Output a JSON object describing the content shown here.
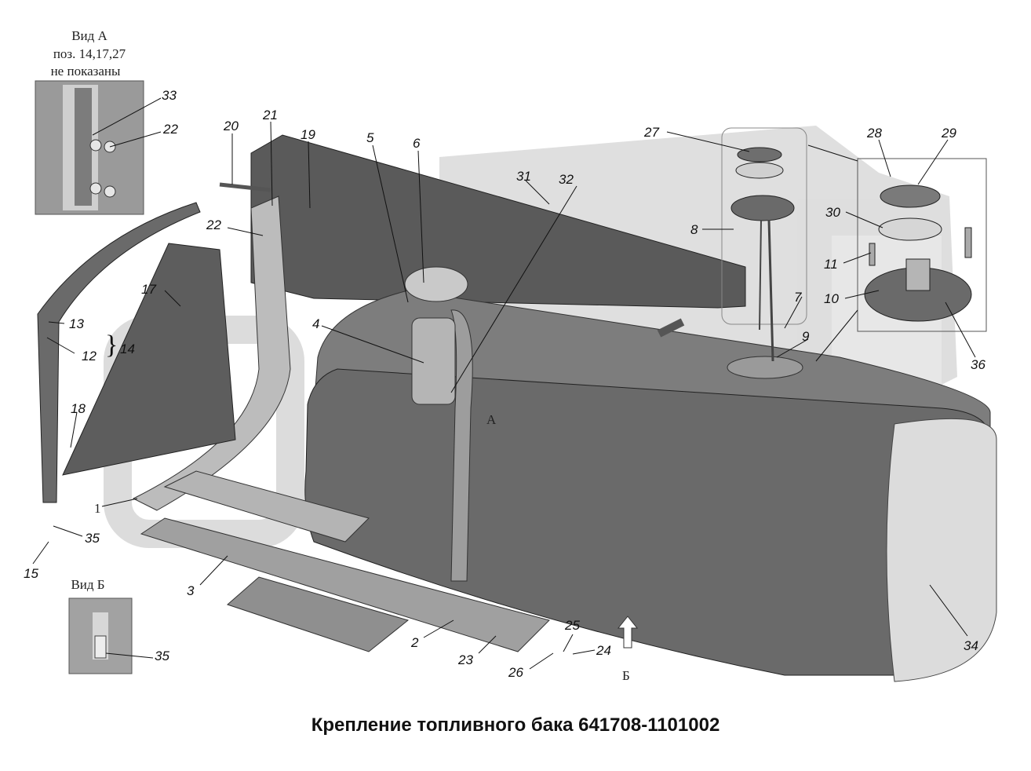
{
  "title": "Крепление топливного бака 641708-1101002",
  "view_a": {
    "line1": "Вид А",
    "line2": "поз. 14,17,27",
    "line3": "не показаны"
  },
  "view_b": {
    "label": "Вид Б"
  },
  "arrow_a_letter": "А",
  "arrow_b_letter": "Б",
  "callouts": [
    "1",
    "2",
    "3",
    "4",
    "5",
    "6",
    "7",
    "8",
    "9",
    "10",
    "11",
    "12",
    "13",
    "14",
    "15",
    "17",
    "18",
    "19",
    "20",
    "21",
    "22",
    "22",
    "23",
    "24",
    "25",
    "26",
    "27",
    "28",
    "29",
    "30",
    "31",
    "32",
    "33",
    "34",
    "35",
    "35",
    "36"
  ],
  "colors": {
    "tank": "#6e6e6e",
    "tank_dark": "#4a4a4a",
    "tank_end": "#d9d9d9",
    "watermark": "#d3d3d3",
    "ink": "#111111"
  }
}
